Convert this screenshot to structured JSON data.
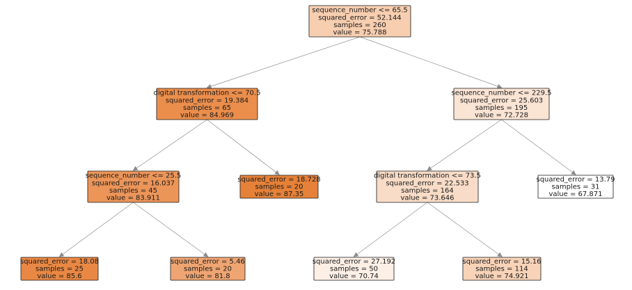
{
  "tree": {
    "nodes": [
      {
        "id": "n0",
        "lines": [
          "sequence_number <= 65.5",
          "squared_error = 52.144",
          "samples = 260",
          "value = 75.788"
        ],
        "color": "#f7ceb0"
      },
      {
        "id": "n1",
        "lines": [
          "digital transformation <= 70.5",
          "squared_error = 19.384",
          "samples = 65",
          "value = 84.969"
        ],
        "color": "#eb8e4c"
      },
      {
        "id": "n2",
        "lines": [
          "sequence_number <= 229.5",
          "squared_error = 25.603",
          "samples = 195",
          "value = 72.728"
        ],
        "color": "#fae4d4"
      },
      {
        "id": "n3",
        "lines": [
          "sequence_number <= 25.5",
          "squared_error = 16.037",
          "samples = 45",
          "value = 83.911"
        ],
        "color": "#ec9559"
      },
      {
        "id": "n4",
        "lines": [
          "squared_error = 18.728",
          "samples = 20",
          "value = 87.35"
        ],
        "color": "#e58139"
      },
      {
        "id": "n5",
        "lines": [
          "digital transformation <= 73.5",
          "squared_error = 22.533",
          "samples = 164",
          "value = 73.646"
        ],
        "color": "#f8dcc7"
      },
      {
        "id": "n6",
        "lines": [
          "squared_error = 13.79",
          "samples = 31",
          "value = 67.871"
        ],
        "color": "#ffffff"
      },
      {
        "id": "n7",
        "lines": [
          "squared_error = 18.08",
          "samples = 25",
          "value = 85.6"
        ],
        "color": "#e98844"
      },
      {
        "id": "n8",
        "lines": [
          "squared_error = 5.46",
          "samples = 20",
          "value = 81.8"
        ],
        "color": "#efa572"
      },
      {
        "id": "n9",
        "lines": [
          "squared_error = 27.192",
          "samples = 50",
          "value = 70.74"
        ],
        "color": "#fcefe6"
      },
      {
        "id": "n10",
        "lines": [
          "squared_error = 15.16",
          "samples = 114",
          "value = 74.921"
        ],
        "color": "#f8d3b8"
      }
    ],
    "edges": [
      {
        "from": "n0",
        "to": "n1"
      },
      {
        "from": "n0",
        "to": "n2"
      },
      {
        "from": "n1",
        "to": "n3"
      },
      {
        "from": "n1",
        "to": "n4"
      },
      {
        "from": "n2",
        "to": "n5"
      },
      {
        "from": "n2",
        "to": "n6"
      },
      {
        "from": "n3",
        "to": "n7"
      },
      {
        "from": "n3",
        "to": "n8"
      },
      {
        "from": "n5",
        "to": "n9"
      },
      {
        "from": "n5",
        "to": "n10"
      }
    ]
  }
}
